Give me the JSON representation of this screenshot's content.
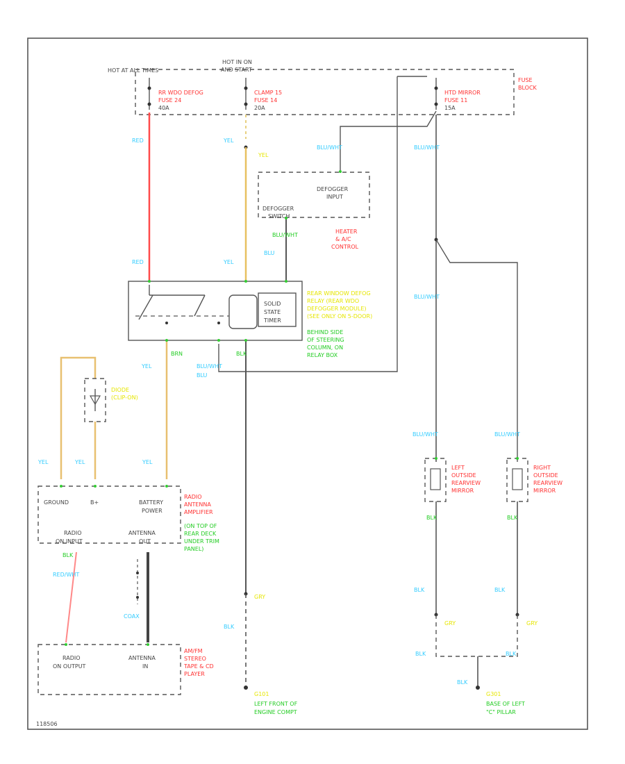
{
  "power": {
    "hot_all": "HOT AT ALL TIMES",
    "hot_run_1": "HOT IN ON",
    "hot_run_2": "AND START"
  },
  "fuse_block": {
    "label_1": "FUSE",
    "label_2": "BLOCK",
    "fuse_a": [
      "RR WDO DEFOG",
      "FUSE 24",
      "40A"
    ],
    "fuse_b": [
      "CLAMP 15",
      "FUSE 14",
      "20A"
    ],
    "fuse_c": [
      "HTD MIRROR",
      "FUSE 11",
      "15A"
    ]
  },
  "defogger": {
    "input_1": "DEFOGGER",
    "input_2": "INPUT",
    "sensor_1": "DEFOGGER",
    "sensor_2": "SWITCH",
    "heater_1": "HEATER",
    "heater_2": "& A/C",
    "heater_3": "CONTROL"
  },
  "relay": {
    "timer_1": "SOLID",
    "timer_2": "STATE",
    "timer_3": "TIMER",
    "desc_1": "REAR WINDOW DEFOG",
    "desc_2": "RELAY (REAR WDO",
    "desc_3": "DEFOGGER MODULE)",
    "desc_4": "(SEE ONLY ON 5-DOOR)",
    "loc_1": "BEHIND SIDE",
    "loc_2": "OF STEERING",
    "loc_3": "COLUMN, ON",
    "loc_4": "RELAY BOX"
  },
  "diode": {
    "label_1": "DIODE",
    "label_2": "(CLIP-ON)"
  },
  "amp": {
    "ground": "GROUND",
    "bplus": "B+",
    "battery_1": "BATTERY",
    "battery_2": "POWER",
    "radio_1": "RADIO",
    "radio_2": "ON INPUT",
    "antenna_1": "ANTENNA",
    "antenna_2": "OUT",
    "name_1": "RADIO",
    "name_2": "ANTENNA",
    "name_3": "AMPLIFIER",
    "loc_1": "(ON TOP OF",
    "loc_2": "REAR DECK",
    "loc_3": "UNDER TRIM",
    "loc_4": "PANEL)"
  },
  "stereo": {
    "radio_1": "RADIO",
    "radio_2": "ON OUTPUT",
    "antenna_1": "ANTENNA",
    "antenna_2": "IN",
    "name_1": "AM/FM",
    "name_2": "STEREO",
    "name_3": "TAPE & CD",
    "name_4": "PLAYER"
  },
  "mirrors": {
    "left_1": "LEFT",
    "left_2": "OUTSIDE",
    "left_3": "REARVIEW",
    "left_4": "MIRROR",
    "right_1": "RIGHT",
    "right_2": "OUTSIDE",
    "right_3": "REARVIEW",
    "right_4": "MIRROR"
  },
  "grounds": {
    "g1_id": "G101",
    "g1_1": "LEFT FRONT OF",
    "g1_2": "ENGINE COMPT",
    "g2_id": "G301",
    "g2_1": "BASE OF LEFT",
    "g2_2": "\"C\" PILLAR"
  },
  "wires": {
    "red": "RED",
    "ylw": "YEL",
    "blu_wht": "BLU/WHT",
    "brn": "BRN",
    "blk": "BLK",
    "blu": "BLU",
    "red_wht": "RED/WHT",
    "coax": "COAX",
    "gry": "GRY"
  },
  "footer": {
    "code": "118506"
  }
}
